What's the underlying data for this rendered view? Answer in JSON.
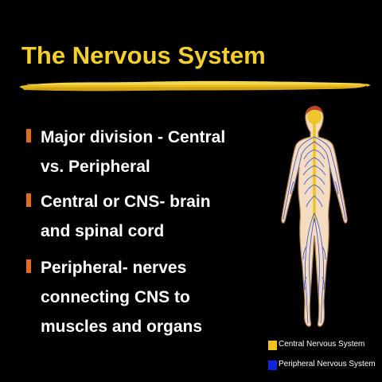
{
  "slide": {
    "title": "The Nervous System",
    "bullets": [
      {
        "text": "Major division - Central\nvs. Peripheral"
      },
      {
        "text": "Central or CNS- brain\nand spinal cord"
      },
      {
        "text": "Peripheral- nerves\nconnecting CNS to\nmuscles and organs"
      }
    ]
  },
  "legend": {
    "items": [
      {
        "label": "Central Nervous System",
        "color": "#f0c21c"
      },
      {
        "label": "Peripheral Nervous System",
        "color": "#1024e0"
      }
    ]
  },
  "colors": {
    "background": "#000000",
    "title": "#f5cf2a",
    "bullet_marker": "#e36b1d",
    "body_text": "#ffffff",
    "skin": "#f3dcc0",
    "skin_outline": "#b07a4a"
  },
  "icons": {
    "bullet": "orange-bar-bullet-icon",
    "illustration": "human-nervous-system-figure"
  }
}
